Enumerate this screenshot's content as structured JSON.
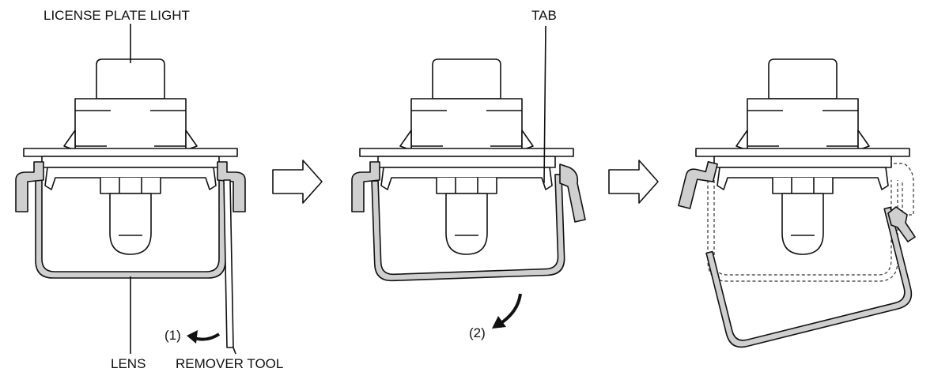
{
  "labels": {
    "license_plate_light": "LICENSE PLATE LIGHT",
    "tab": "TAB",
    "lens": "LENS",
    "remover_tool": "REMOVER TOOL",
    "step1": "(1)",
    "step2": "(2)"
  },
  "colors": {
    "lens_fill": "#cfcfcf",
    "line": "#111111"
  }
}
